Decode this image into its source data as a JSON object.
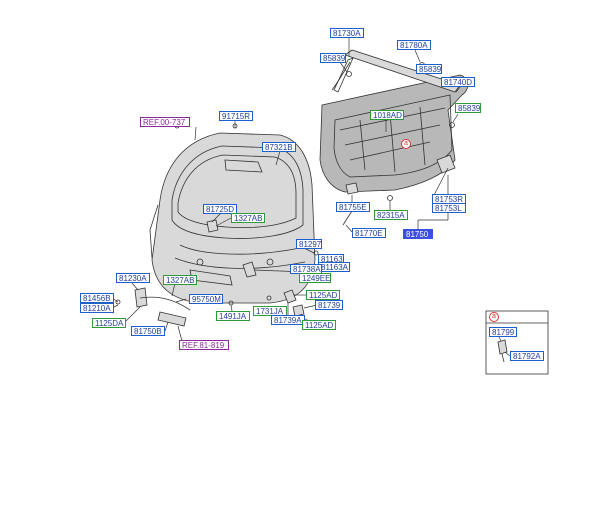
{
  "labels": {
    "p81730A": "81730A",
    "p85839a": "85839",
    "p81780A": "81780A",
    "p85839b": "85839",
    "p81740D": "81740D",
    "p85839c": "85839",
    "p1018AD": "1018AD",
    "p81753R": "81753R",
    "p81753L": "81753L",
    "p81755E": "81755E",
    "p82315A": "82315A",
    "p81770E": "81770E",
    "p81750": "81750",
    "ref00737": "REF.00-737",
    "p91715R": "91715R",
    "p87321B": "87321B",
    "p81725D": "81725D",
    "p1327ABa": "1327AB",
    "p81297": "81297",
    "p81163": "81163",
    "p81163A": "81163A",
    "p81738A": "81738A",
    "p1249EE": "1249EE",
    "p81230A": "81230A",
    "p1327ABb": "1327AB",
    "p81456B": "81456B",
    "p81210A": "81210A",
    "p95750M": "95750M",
    "p1125DA": "1125DA",
    "p81750B": "81750B",
    "ref81819": "REF.81-819",
    "p1491JA": "1491JA",
    "p1731JA": "1731JA",
    "p81739A": "81739A",
    "p1125ADa": "1125AD",
    "p81739": "81739",
    "p1125ADb": "1125AD",
    "p81799": "81799",
    "p81792A": "81792A",
    "mark_a1": "a",
    "mark_a2": "a"
  }
}
